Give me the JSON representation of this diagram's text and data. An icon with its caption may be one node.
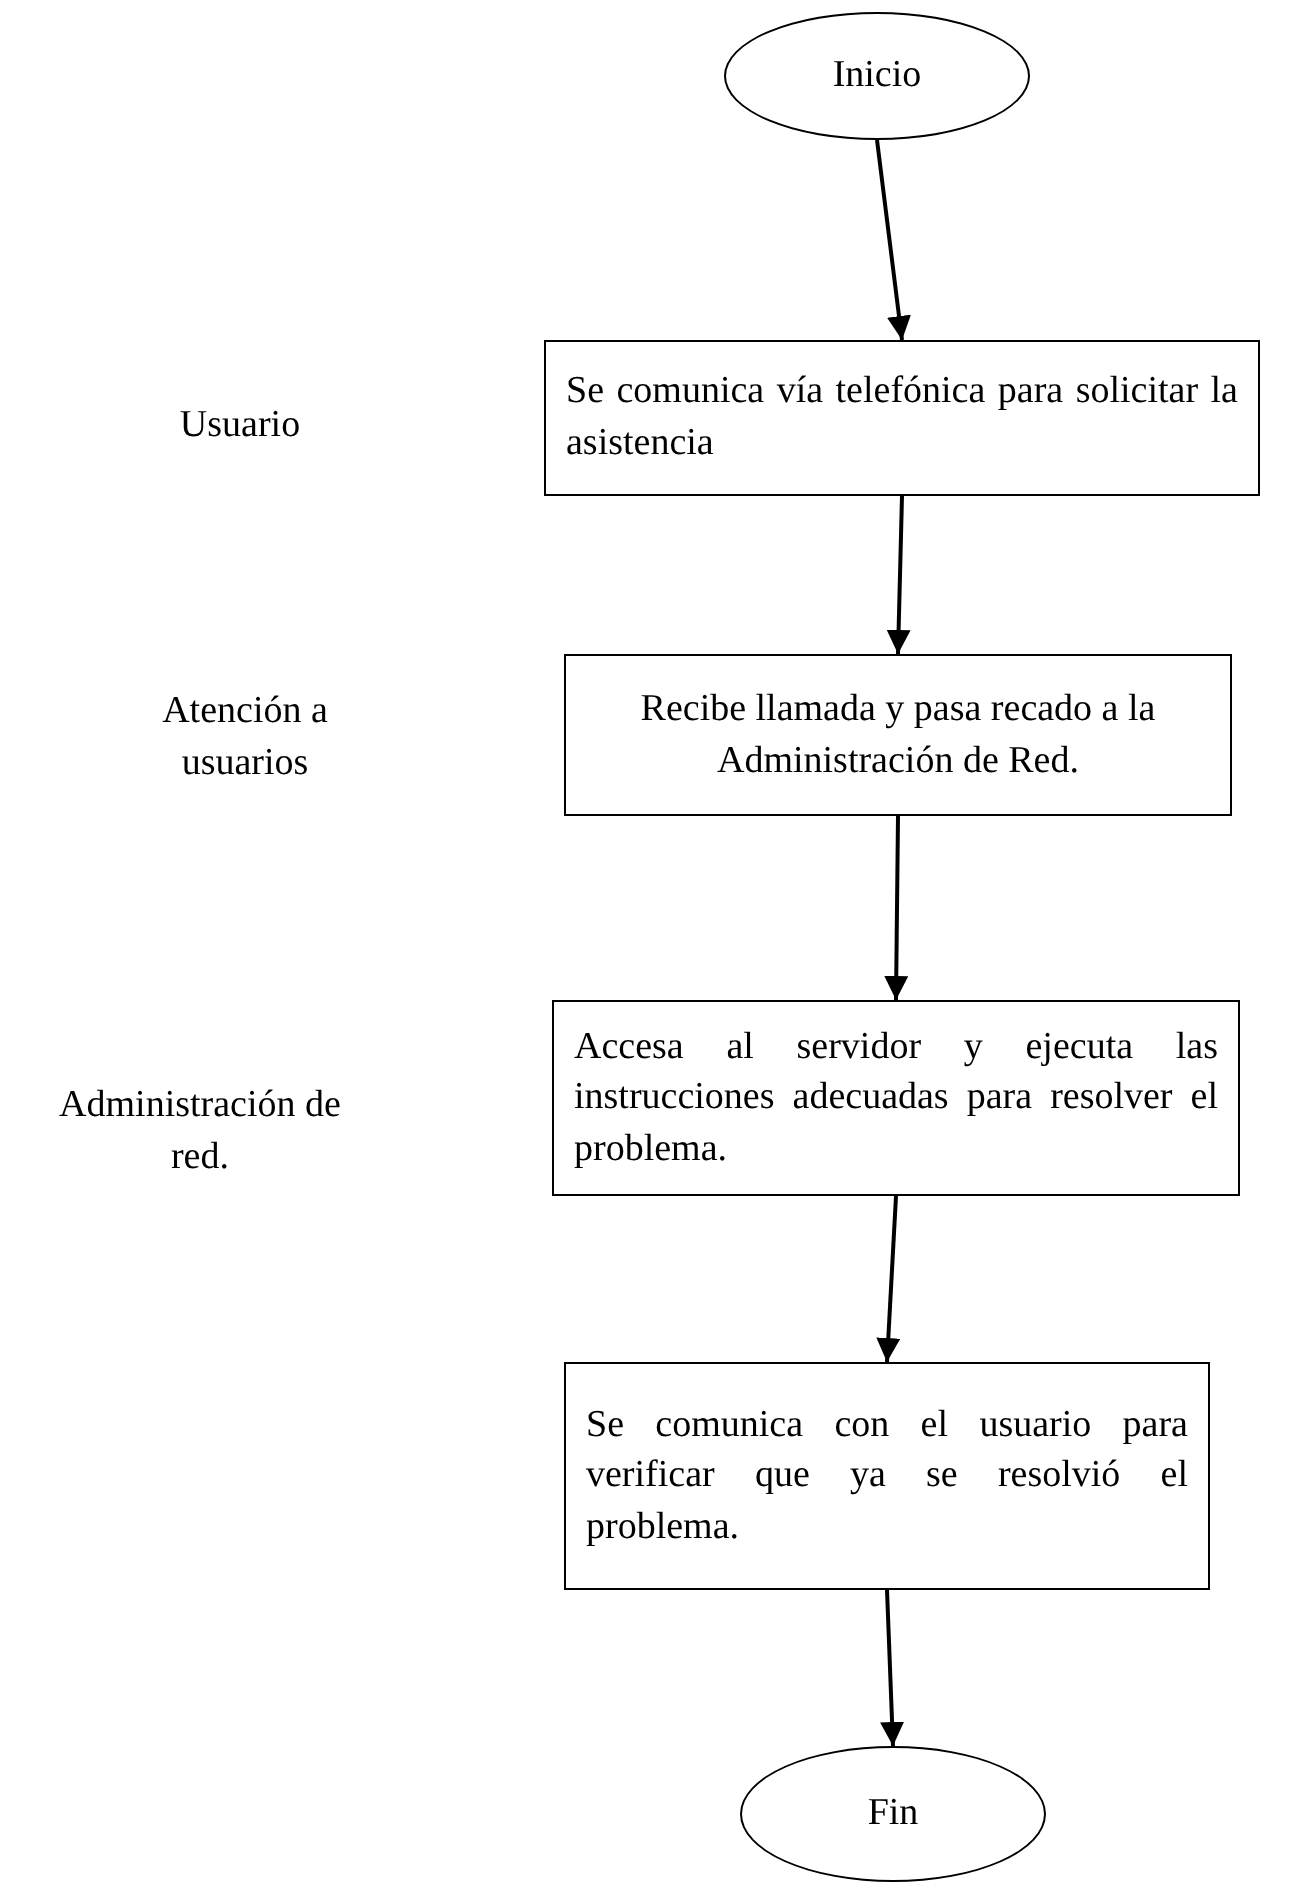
{
  "diagram": {
    "nodes": [
      {
        "text": [
          "Inicio"
        ]
      },
      {
        "text": [
          "Se comunica vía telefónica para solicitar la asistencia"
        ]
      },
      {
        "text": [
          "Recibe llamada y pasa recado a la Administración de Red."
        ]
      },
      {
        "text": [
          "Accesa al servidor y ejecuta las instrucciones adecuadas para resolver el problema."
        ]
      },
      {
        "text": [
          "Se comunica con el usuario para verificar que ya se resolvió el problema."
        ]
      },
      {
        "text": [
          "Fin"
        ]
      }
    ],
    "edges": [
      {
        "from": 0,
        "to": 1,
        "arrow": "to"
      },
      {
        "from": 1,
        "to": 2,
        "arrow": "to"
      },
      {
        "from": 2,
        "to": 3,
        "arrow": "to"
      },
      {
        "from": 3,
        "to": 4,
        "arrow": "to"
      },
      {
        "from": 4,
        "to": 5,
        "arrow": "to"
      }
    ],
    "labels": [
      "Usuario",
      "Atención a usuarios",
      "Administración de red."
    ]
  }
}
